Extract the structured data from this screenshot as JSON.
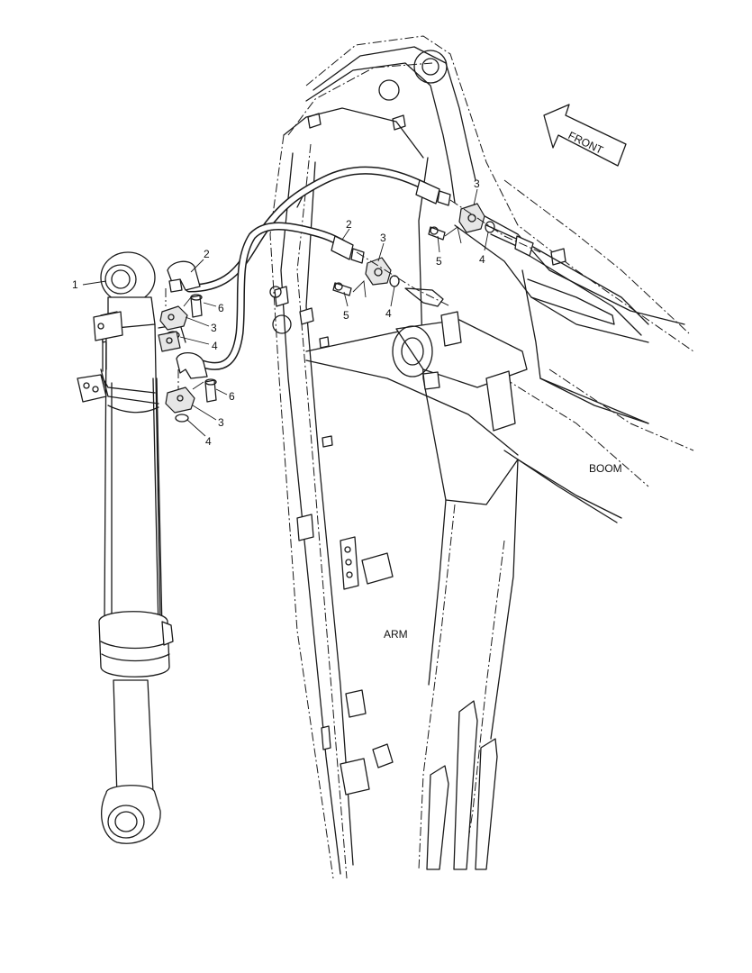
{
  "labels": {
    "front": "FRONT",
    "boom": "BOOM",
    "arm": "ARM",
    "callouts": {
      "c1": "1",
      "c2a": "2",
      "c2b": "2",
      "c3a": "3",
      "c3b": "3",
      "c3c": "3",
      "c3d": "3",
      "c4a": "4",
      "c4b": "4",
      "c4c": "4",
      "c4d": "4",
      "c5a": "5",
      "c5b": "5",
      "c6a": "6",
      "c6b": "6"
    }
  },
  "icons": {
    "front_arrow": "front-direction-arrow-icon"
  }
}
